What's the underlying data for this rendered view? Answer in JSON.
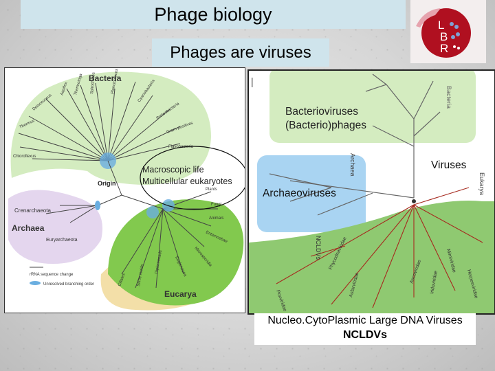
{
  "header": {
    "title": "Phage biology",
    "subtitle": "Phages are viruses",
    "logo_letters": [
      "L",
      "B",
      "R"
    ]
  },
  "left_tree": {
    "domains": [
      "Bacteria",
      "Archaea",
      "Eucarya"
    ],
    "origin_label": "Origin",
    "bacteria_taxa": [
      "Aquifex",
      "Thermotoga",
      "Cyanobacteria",
      "Proteobacteria",
      "Gram-positives",
      "Flavobacteria",
      "Deinococcus",
      "Thermus",
      "Chloroflexus",
      "Planctomyces",
      "Spirochetes"
    ],
    "archaea_taxa": [
      "Crenarchaeota",
      "Euryarchaeota"
    ],
    "eucarya_taxa": [
      "Plants",
      "Fungi",
      "Animals",
      "Microsporidia",
      "Diplomonads",
      "Euglenozoa",
      "Entamoebae",
      "Slime molds",
      "Ciliates"
    ],
    "legend": [
      "rRNA sequence change",
      "Unresolved branching order"
    ],
    "callout": [
      "Macroscopic life",
      "Multicellular eukaryotes"
    ]
  },
  "right_tree": {
    "corner_mark": "I",
    "groups": [
      "Bacteria",
      "Archaea",
      "Eukarya",
      "NCLDVs"
    ],
    "labels": {
      "bacterio": [
        "Bacterioviruses",
        "(Bacterio)phages"
      ],
      "viruses": "Viruses",
      "archaeo": "Archaeoviruses"
    },
    "ncldv_families": [
      "Phycodnaviridae",
      "Asfarviridae",
      "Poxviridae",
      "Ascoviridae",
      "Iridoviridae",
      "Mimiviridae",
      "Herpesviridae"
    ]
  },
  "bottom": {
    "line1": "Nucleo.CytoPlasmic Large DNA Viruses",
    "line2": "NCLDVs"
  },
  "colors": {
    "title_bg": "#cfe4ec",
    "bacteria_fill": "#d4ecc0",
    "archaea_fill": "#e4d6ee",
    "eucarya_fill": "#82c94e",
    "blue_fill": "#a9d4f2",
    "ncldv_fill": "#8fc971",
    "logo_red": "#b01020"
  }
}
